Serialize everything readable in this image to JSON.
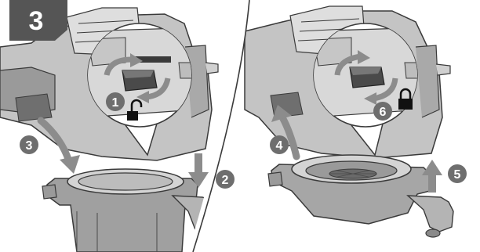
{
  "step": {
    "number": "3"
  },
  "callouts": [
    "1",
    "2",
    "3",
    "4",
    "5",
    "6"
  ],
  "icons": {
    "unlock": "unlocked-padlock-icon",
    "lock": "locked-padlock-icon",
    "rotate": "rotate-arrows-icon",
    "arrow": "direction-arrow-icon"
  },
  "colors": {
    "badge": "#555555",
    "callout": "#6e6e6e",
    "outline": "#3a3a3a",
    "body": "#b9b9b9",
    "dark": "#7a7a7a",
    "light": "#e2e2e2",
    "arrow": "#8c8c8c"
  }
}
